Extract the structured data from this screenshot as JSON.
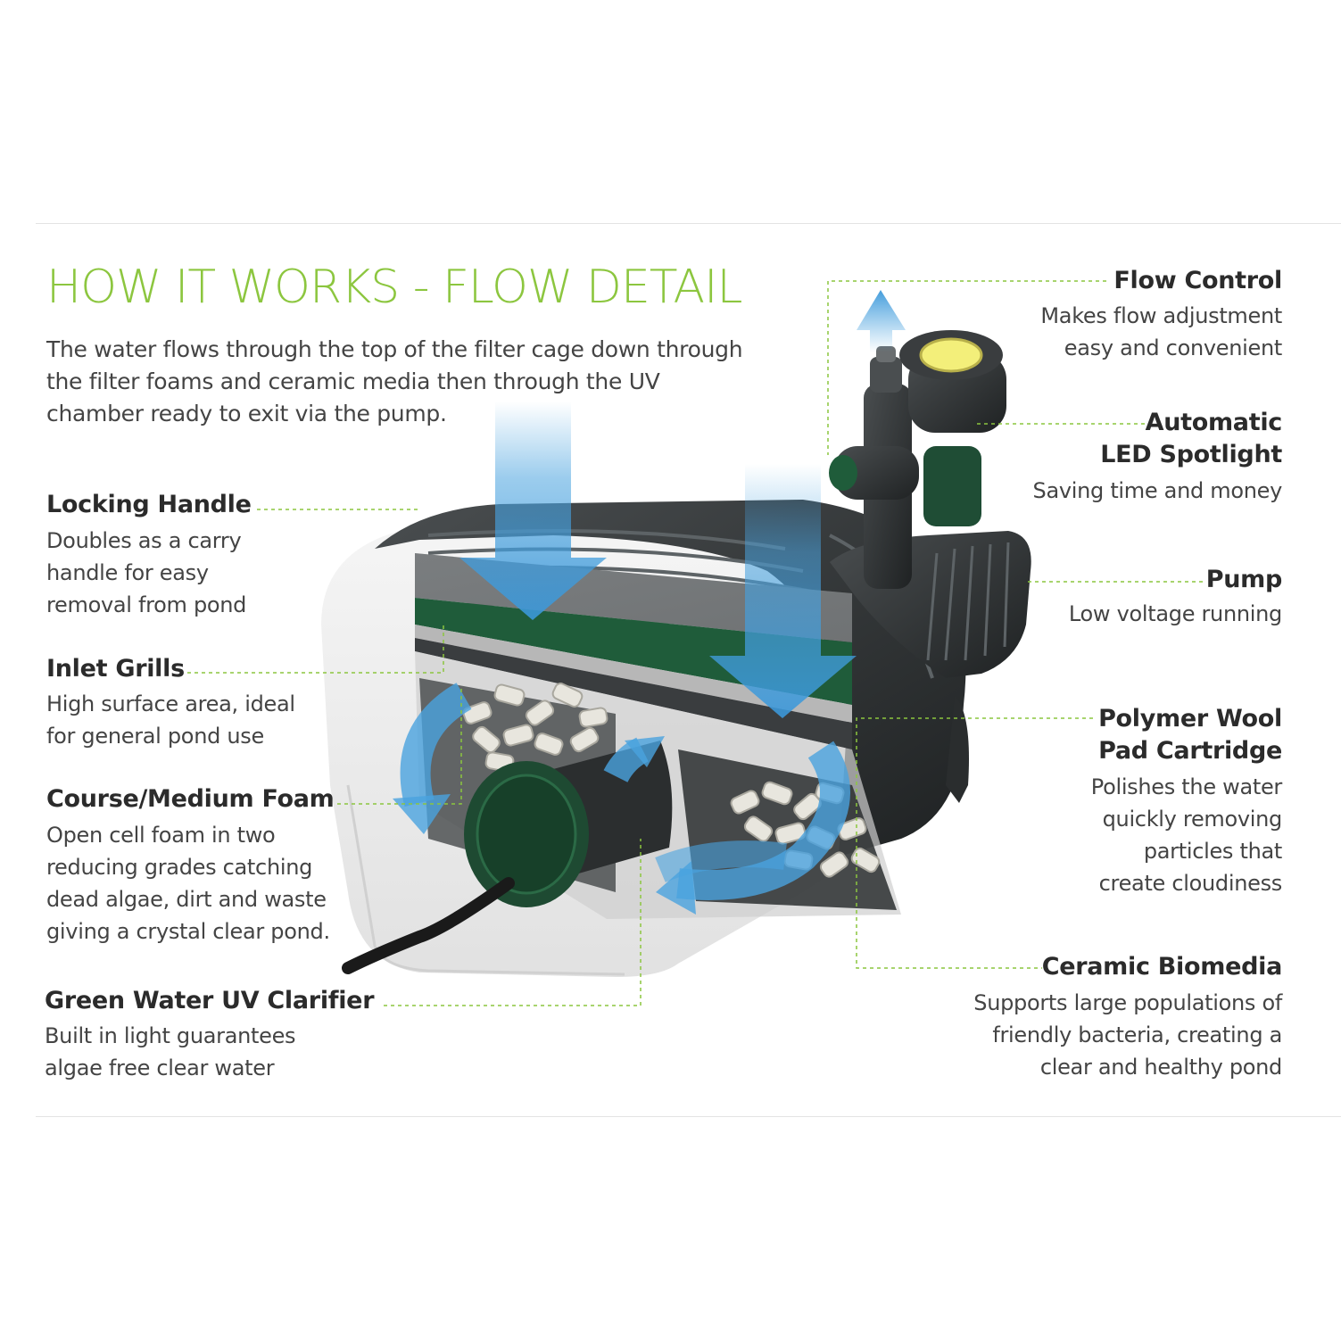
{
  "title": "HOW IT WORKS - FLOW DETAIL",
  "intro": "The water flows through the top of the filter cage down through the filter foams and ceramic media then through the UV chamber ready to exit via the pump.",
  "colors": {
    "accent": "#8cc63f",
    "flow_arrow": "#4aa3df",
    "foam_green": "#1f5c3a",
    "dark_body": "#2e3132"
  },
  "callouts": {
    "locking_handle": {
      "label": "Locking Handle",
      "desc": "Doubles as a carry handle for easy removal from pond"
    },
    "inlet_grills": {
      "label": "Inlet Grills",
      "desc": "High surface area, ideal for general pond use"
    },
    "foam": {
      "label": "Course/Medium Foam",
      "desc": "Open cell foam in two reducing grades catching dead algae, dirt and waste giving a crystal clear pond."
    },
    "uv": {
      "label": "Green Water UV Clarifier",
      "desc": "Built in light guarantees algae free clear water"
    },
    "flow_control": {
      "label": "Flow Control",
      "desc": "Makes flow adjustment easy and convenient"
    },
    "spotlight": {
      "label1": "Automatic",
      "label2": "LED Spotlight",
      "desc": "Saving time and money"
    },
    "pump": {
      "label": "Pump",
      "desc": "Low voltage running"
    },
    "polymer": {
      "label1": "Polymer Wool",
      "label2": "Pad Cartridge",
      "desc": "Polishes the water quickly removing particles that create cloudiness"
    },
    "ceramic": {
      "label": "Ceramic Biomedia",
      "desc": "Supports large populations of friendly bacteria, creating a clear and healthy pond"
    }
  }
}
